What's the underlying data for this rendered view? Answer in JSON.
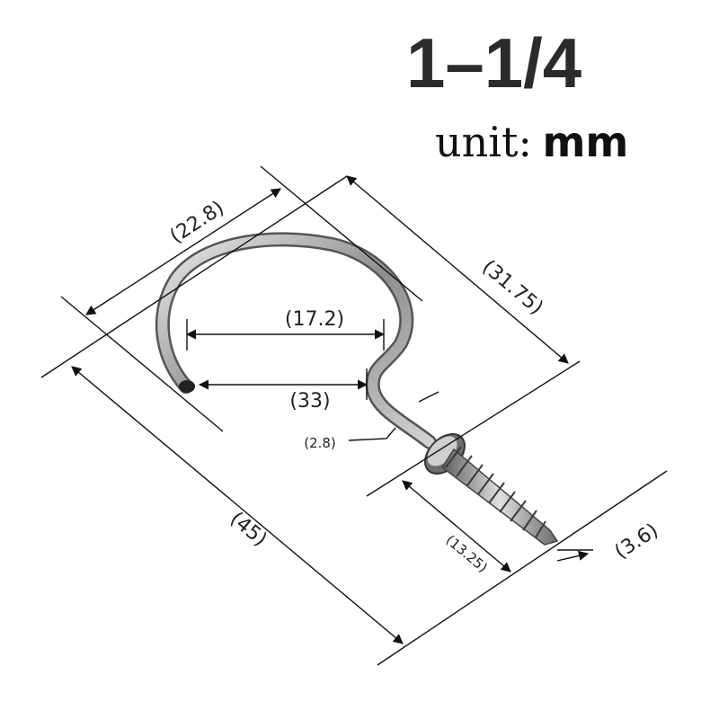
{
  "title": "1–1/4",
  "unit": {
    "label": "unit:",
    "value": "mm"
  },
  "dimensions": {
    "width_outer": "(22.8)",
    "inner_width": "(17.2)",
    "opening": "(33)",
    "eye_height": "(31.75)",
    "wire": "(2.8)",
    "total_length": "(45)",
    "thread_length": "(13.25)",
    "thread_dia": "(3.6)"
  },
  "colors": {
    "line": "#111111",
    "metal": "#b8b8b8",
    "text": "#222222"
  }
}
